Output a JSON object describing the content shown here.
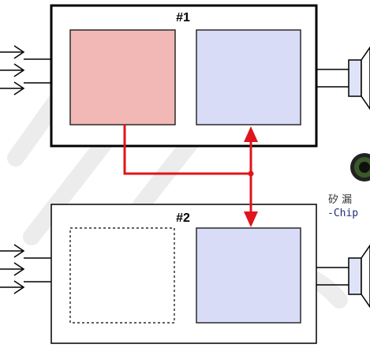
{
  "diagram": {
    "box1": {
      "label": "#1"
    },
    "box2": {
      "label": "#2"
    },
    "colors": {
      "pink_fill": "#f2b8b6",
      "pink_stroke": "#2a2a2a",
      "blue_fill": "#d9dcf7",
      "blue_stroke": "#2a2a2a",
      "arrow": "#e0141b",
      "outline": "#000000",
      "speaker_fill": "#dfe3f7"
    }
  },
  "watermark": {
    "line1": "矽 漏",
    "line2": "-Chip"
  }
}
